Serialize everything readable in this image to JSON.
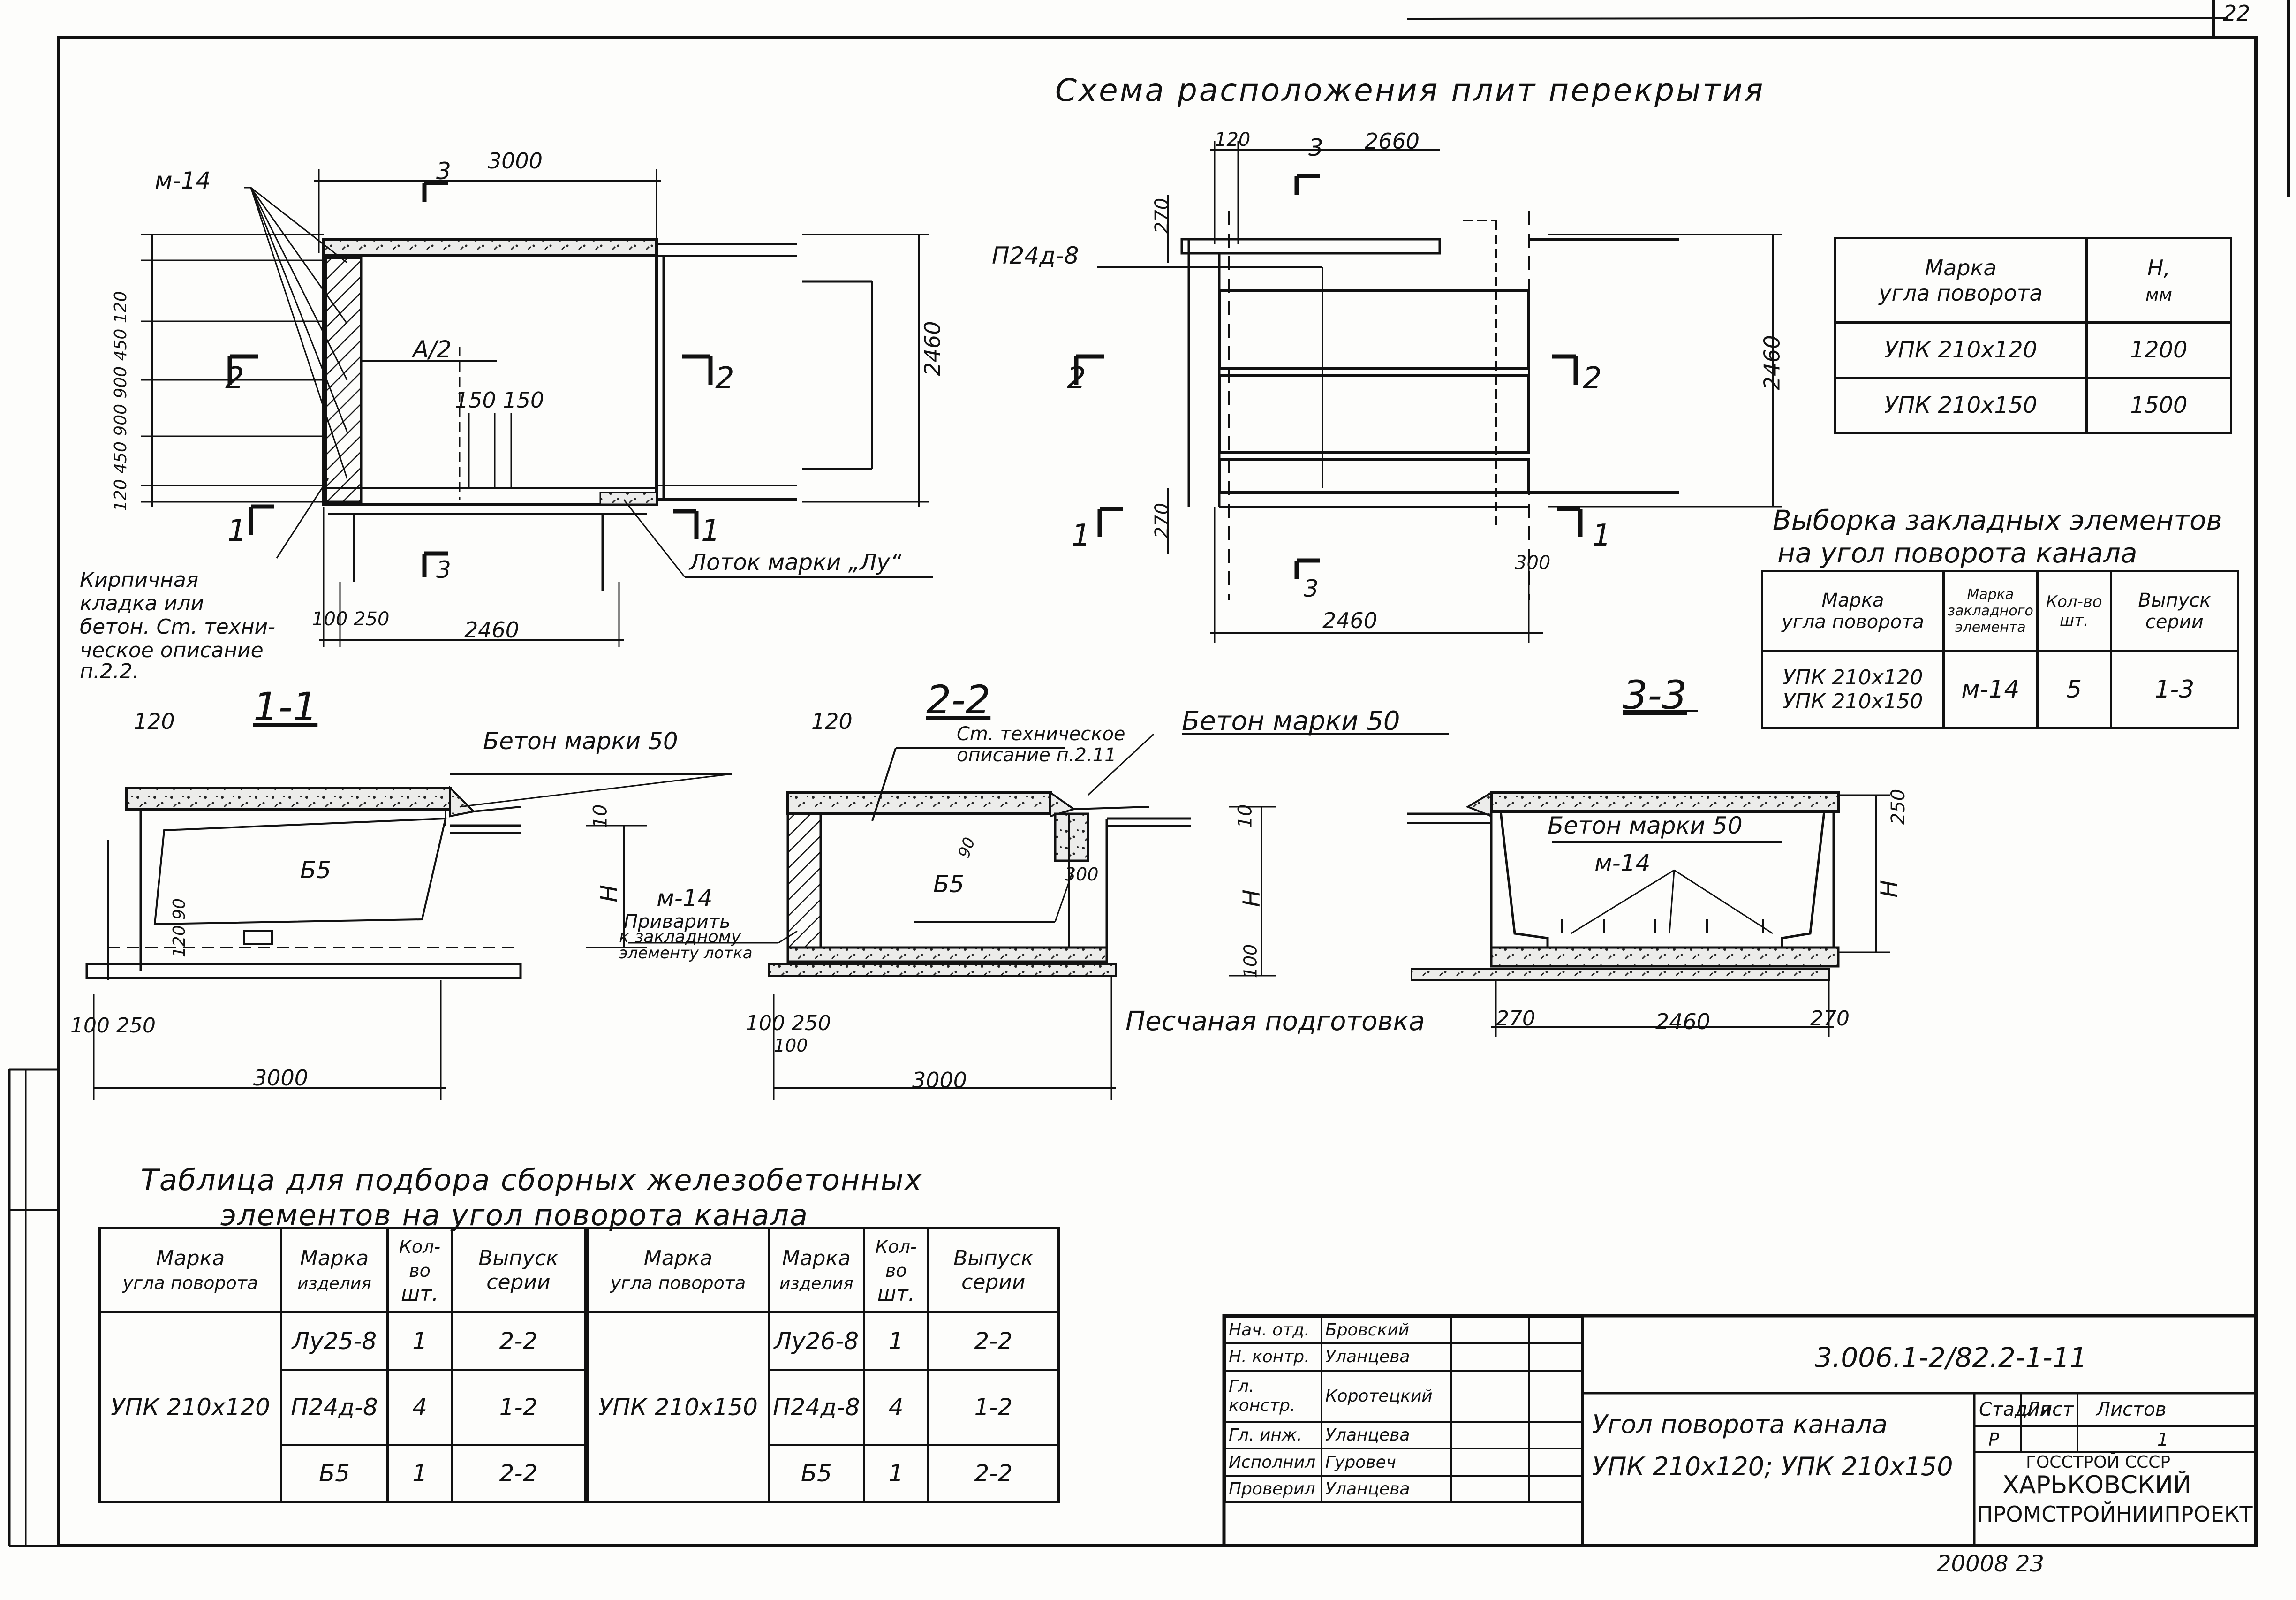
{
  "drawing": {
    "title": "Схема расположения плит перекрытия"
  },
  "plan_left": {
    "m14": "м-14",
    "dim_top": "3000",
    "mark_3": "3",
    "mark_2": "2",
    "mark_1": "1",
    "a_half": "A/2",
    "dim_150": "150 150",
    "dim_right": "2460",
    "dim_bottom": "2460",
    "dim_100_250": "100 250",
    "dim_chain": "120 450 900 900 450 120",
    "note_1": "Кирпичная",
    "note_2": "кладка или",
    "note_3": "бетон. Cm. техни-",
    "note_4": "ческое описание",
    "note_5": "п.2.2.",
    "tray": "Лоток марки „Лу“"
  },
  "plan_right": {
    "p24": "П24д-8",
    "dim_120": "120",
    "dim_top": "2660",
    "dim_right": "2460",
    "dim_270": "270",
    "dim_300": "300",
    "dim_bottom": "2460"
  },
  "table_h": {
    "header_mark_1": "Марка",
    "header_mark_2": "угла поворота",
    "header_h_1": "H,",
    "header_h_2": "мм",
    "rows": [
      {
        "mark": "УПК 210х120",
        "h": "1200"
      },
      {
        "mark": "УПК 210х150",
        "h": "1500"
      }
    ]
  },
  "table_emb": {
    "title_1": "Выборка закладных элементов",
    "title_2": "на угол поворота канала",
    "headers": [
      {
        "a": "Марка",
        "b": "угла поворота"
      },
      {
        "a": "Марка",
        "b": "закладного",
        "c": "элемента"
      },
      {
        "a": "Кол-во",
        "b": "шт."
      },
      {
        "a": "Выпуск",
        "b": "серии"
      }
    ],
    "row": {
      "mark_1": "УПК 210х120",
      "mark_2": "УПК 210х150",
      "element": "м-14",
      "qty": "5",
      "series": "1-3"
    }
  },
  "sections": {
    "s11": "1-1",
    "s22": "2-2",
    "s33": "3-3"
  },
  "s11": {
    "dim_120": "120",
    "concrete": "Бетон марки 50",
    "b5": "Б5",
    "dim_10": "10",
    "h": "H",
    "dim_120_90": "120 90",
    "dim_100_250": "100 250",
    "dim_bottom": "3000"
  },
  "s22": {
    "dim_120": "120",
    "tech_1": "Cm. техническое",
    "tech_2": "описание п.2.11",
    "concrete": "Бетон марки 50",
    "b5": "Б5",
    "dim_300": "300",
    "dim_90": "90",
    "dim_10": "10",
    "h": "H",
    "dim_100": "100",
    "m14": "м-14",
    "weld_1": "Приварить",
    "weld_2": "к закладному",
    "weld_3": "элементу лотка",
    "dim_100_250": "100 250",
    "dim_100b": "100",
    "dim_bottom": "3000",
    "sand": "Песчаная подготовка"
  },
  "s33": {
    "concrete": "Бетон марки 50",
    "m14": "м-14",
    "dim_250": "250",
    "h": "H",
    "dim_270": "270",
    "dim_mid": "2460"
  },
  "selection": {
    "title_1": "Таблица для подбора сборных железобетонных",
    "title_2": "элементов на угол поворота канала",
    "headers": [
      {
        "a": "Марка",
        "b": "угла поворота"
      },
      {
        "a": "Марка",
        "b": "изделия"
      },
      {
        "a": "Кол-во",
        "b": "шт."
      },
      {
        "a": "Выпуск",
        "b": "серии"
      }
    ],
    "left": {
      "mark": "УПК 210х120",
      "rows": [
        {
          "item": "Лу25-8",
          "qty": "1",
          "series": "2-2"
        },
        {
          "item": "П24д-8",
          "qty": "4",
          "series": "1-2"
        },
        {
          "item": "Б5",
          "qty": "1",
          "series": "2-2"
        }
      ]
    },
    "right": {
      "mark": "УПК 210х150",
      "rows": [
        {
          "item": "Лу26-8",
          "qty": "1",
          "series": "2-2"
        },
        {
          "item": "П24д-8",
          "qty": "4",
          "series": "1-2"
        },
        {
          "item": "Б5",
          "qty": "1",
          "series": "2-2"
        }
      ]
    }
  },
  "stamp": {
    "people": [
      {
        "role": "Нач. отд.",
        "name": "Бровский"
      },
      {
        "role": "Н. контр.",
        "name": "Уланцева"
      },
      {
        "role": "Гл. констр.",
        "name": "Коротецкий"
      },
      {
        "role": "Гл. инж.",
        "name": "Уланцева"
      },
      {
        "role": "Исполнил",
        "name": "Гуровеч"
      },
      {
        "role": "Проверил",
        "name": "Уланцева"
      }
    ],
    "code": "3.006.1-2/82.2-1-11",
    "title_1": "Угол поворота канала",
    "title_2": "УПК 210х120; УПК 210х150",
    "stage_label": "Стадия",
    "sheet_label": "Лист",
    "sheets_label": "Листов",
    "stage": "Р",
    "sheets": "1",
    "org_1": "ГОССТРОЙ СССР",
    "org_2": "ХАРЬКОВСКИЙ",
    "org_3": "ПРОМСТРОЙНИИПРОЕКТ",
    "archive": "20008 23",
    "corner": "22"
  }
}
